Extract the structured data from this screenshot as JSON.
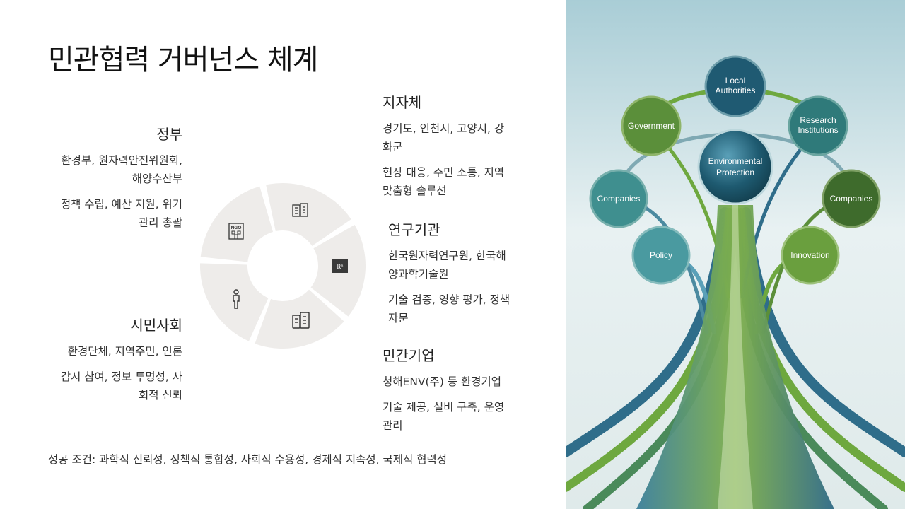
{
  "slide": {
    "title": "민관협력 거버넌스 체계",
    "footer": "성공 조건: 과학적 신뢰성, 정책적 통합성, 사회적 수용성, 경제적 지속성, 국제적 협력성"
  },
  "sections": {
    "government": {
      "heading": "정부",
      "members_l1": "환경부, 원자력안전위원회,",
      "members_l2": "해양수산부",
      "roles_l1": "정책 수립, 예산 지원, 위기",
      "roles_l2": "관리 총괄"
    },
    "civil_society": {
      "heading": "시민사회",
      "members": "환경단체, 지역주민, 언론",
      "roles_l1": "감시 참여, 정보 투명성, 사",
      "roles_l2": "회적 신뢰"
    },
    "local_gov": {
      "heading": "지자체",
      "members_l1": "경기도, 인천시, 고양시, 강",
      "members_l2": "화군",
      "roles_l1": "현장 대응, 주민 소통, 지역",
      "roles_l2": "맞춤형 솔루션"
    },
    "research": {
      "heading": "연구기관",
      "members_l1": "한국원자력연구원, 한국해",
      "members_l2": "양과학기술원",
      "roles_l1": "기술 검증, 영향 평가, 정책",
      "roles_l2": "자문"
    },
    "private": {
      "heading": "민간기업",
      "members": "청해ENV(주) 등 환경기업",
      "roles_l1": "기술 제공, 설비 구축, 운영",
      "roles_l2": "관리"
    }
  },
  "donut": {
    "segments": [
      "government-buildings-icon",
      "research-icon",
      "company-building-icon",
      "citizen-icon",
      "ngo-icon"
    ],
    "icon_text": {
      "ngo": "NGO",
      "research": "R⁶"
    }
  },
  "image": {
    "center_label_l1": "Environmental",
    "center_label_l2": "Protection",
    "nodes": {
      "local_l1": "Local",
      "local_l2": "Authorities",
      "government": "Government",
      "research_l1": "Research",
      "research_l2": "Institutions",
      "companies_left": "Companies",
      "companies_right": "Companies",
      "policy": "Policy",
      "innovation": "Innovation"
    },
    "colors": {
      "teal": "#3f8f8f",
      "navy": "#1f5a72",
      "green": "#5b8f3a",
      "dark_green": "#3e6b2c"
    }
  }
}
